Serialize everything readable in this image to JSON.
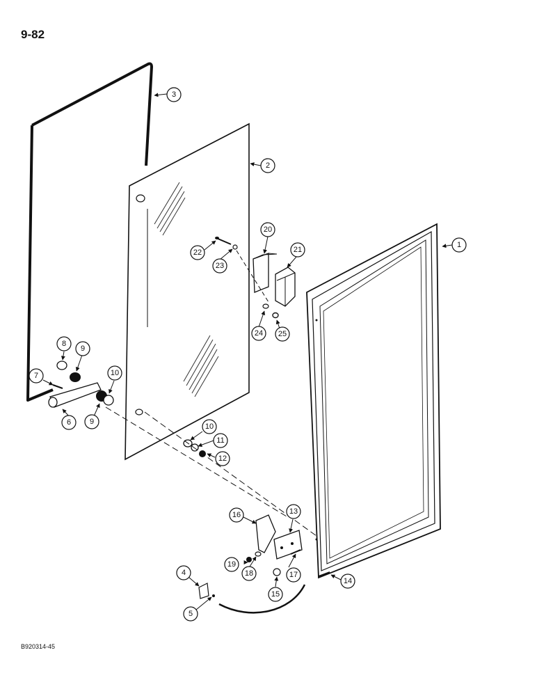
{
  "page_number": "9-82",
  "figure_code": "B920314-45",
  "callouts": [
    "1",
    "2",
    "3",
    "4",
    "5",
    "6",
    "7",
    "8",
    "9",
    "9",
    "10",
    "10",
    "11",
    "12",
    "13",
    "14",
    "15",
    "16",
    "17",
    "18",
    "19",
    "20",
    "21",
    "22",
    "23",
    "24",
    "25"
  ]
}
